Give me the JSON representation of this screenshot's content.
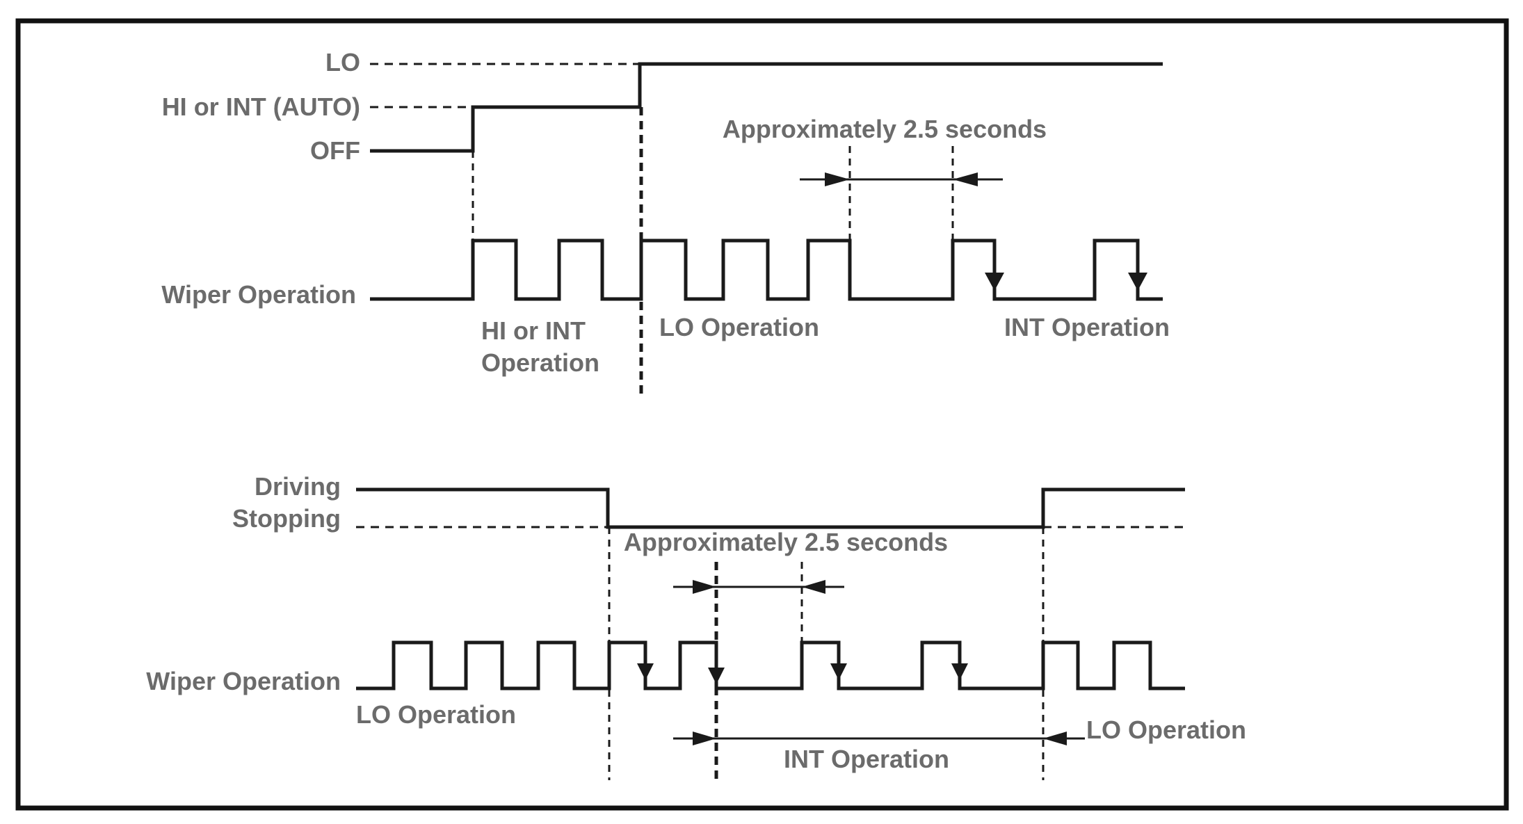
{
  "top": {
    "levels": {
      "lo": "LO",
      "hi_int": "HI or INT (AUTO)",
      "off": "OFF"
    },
    "wiper_label": "Wiper Operation",
    "approx_label": "Approximately 2.5 seconds",
    "op_hi_int_line1": "HI or INT",
    "op_hi_int_line2": "Operation",
    "op_lo": "LO Operation",
    "op_int": "INT Operation"
  },
  "bottom": {
    "driving": "Driving",
    "stopping": "Stopping",
    "approx_label": "Approximately 2.5 seconds",
    "wiper_label": "Wiper Operation",
    "op_lo_left": "LO Operation",
    "op_int": "INT Operation",
    "op_lo_right": "LO Operation"
  }
}
